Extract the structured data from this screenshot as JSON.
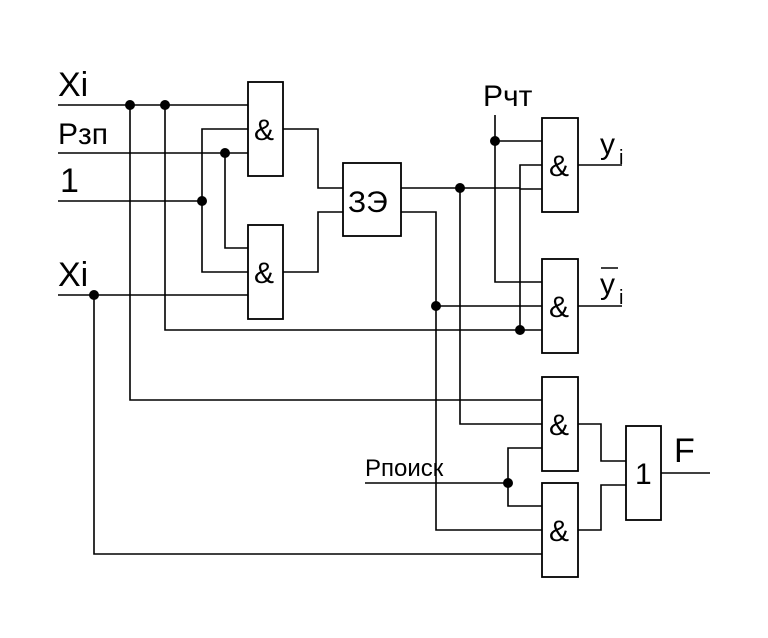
{
  "inputs": {
    "x_top": "Xi",
    "p_write": "Рзп",
    "one": "1",
    "x_bottom": "Xi",
    "p_read": "Рчт",
    "p_search": "Рпоиск"
  },
  "gates": {
    "and_symbol": "&",
    "or_symbol": "1",
    "memory_label": "ЗЭ"
  },
  "outputs": {
    "y_main": "y",
    "y_sub": "i",
    "ybar_main": "y",
    "ybar_sub": "i",
    "f": "F"
  }
}
